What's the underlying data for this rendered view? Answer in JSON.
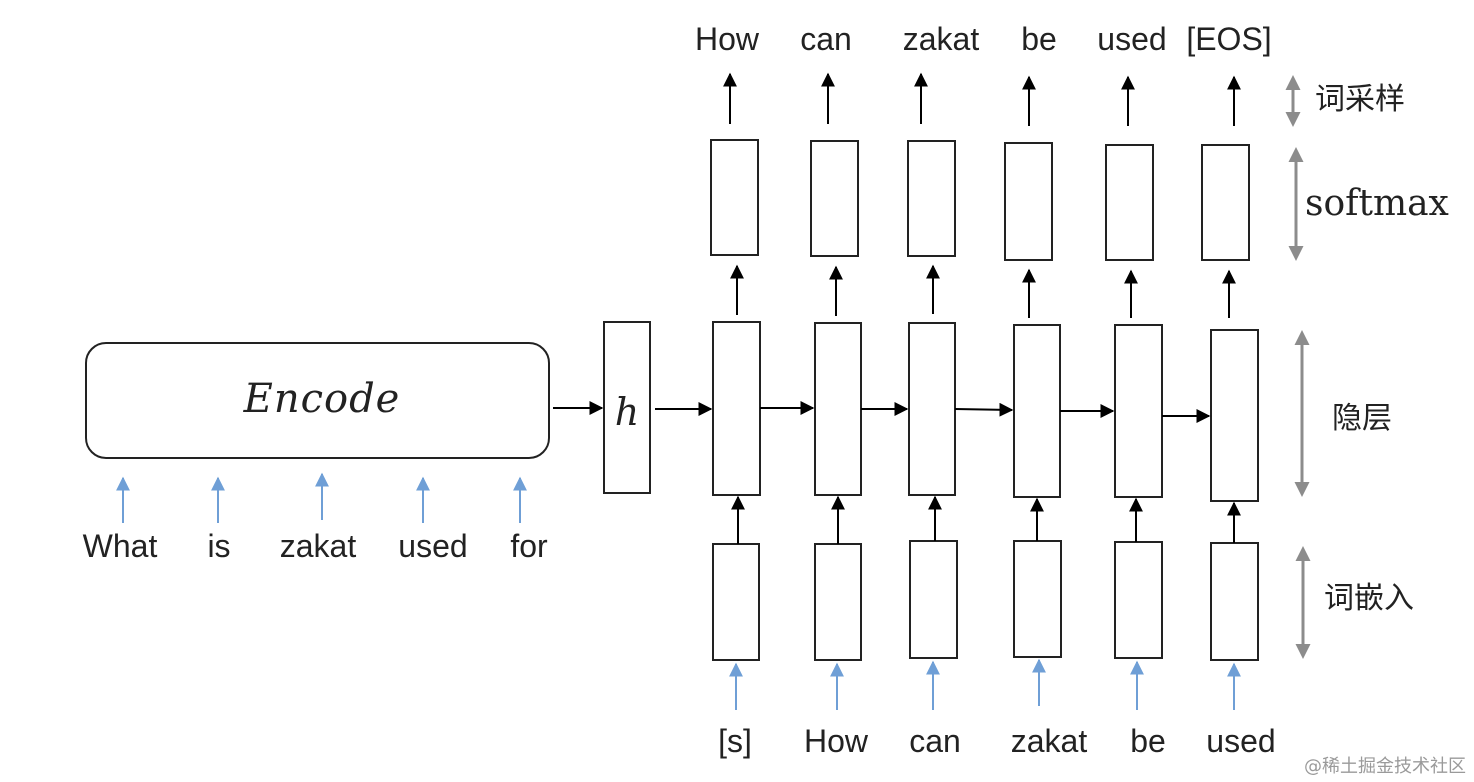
{
  "encoder": {
    "label": "Encode",
    "input_words": [
      "What",
      "is",
      "zakat",
      "used",
      "for"
    ]
  },
  "hidden_state": {
    "label": "h"
  },
  "decoder": {
    "output_words": [
      "How",
      "can",
      "zakat",
      "be",
      "used",
      "[EOS]"
    ],
    "input_words": [
      "[s]",
      "How",
      "can",
      "zakat",
      "be",
      "used"
    ]
  },
  "layers": {
    "sampling": "词采样",
    "softmax": "softmax",
    "hidden": "隐层",
    "embedding": "词嵌入"
  },
  "watermark": "@稀土掘金技术社区",
  "colors": {
    "input_arrow": "#6f9fd6",
    "flow_arrow": "#000000",
    "layer_marker": "#8c8c8c"
  }
}
